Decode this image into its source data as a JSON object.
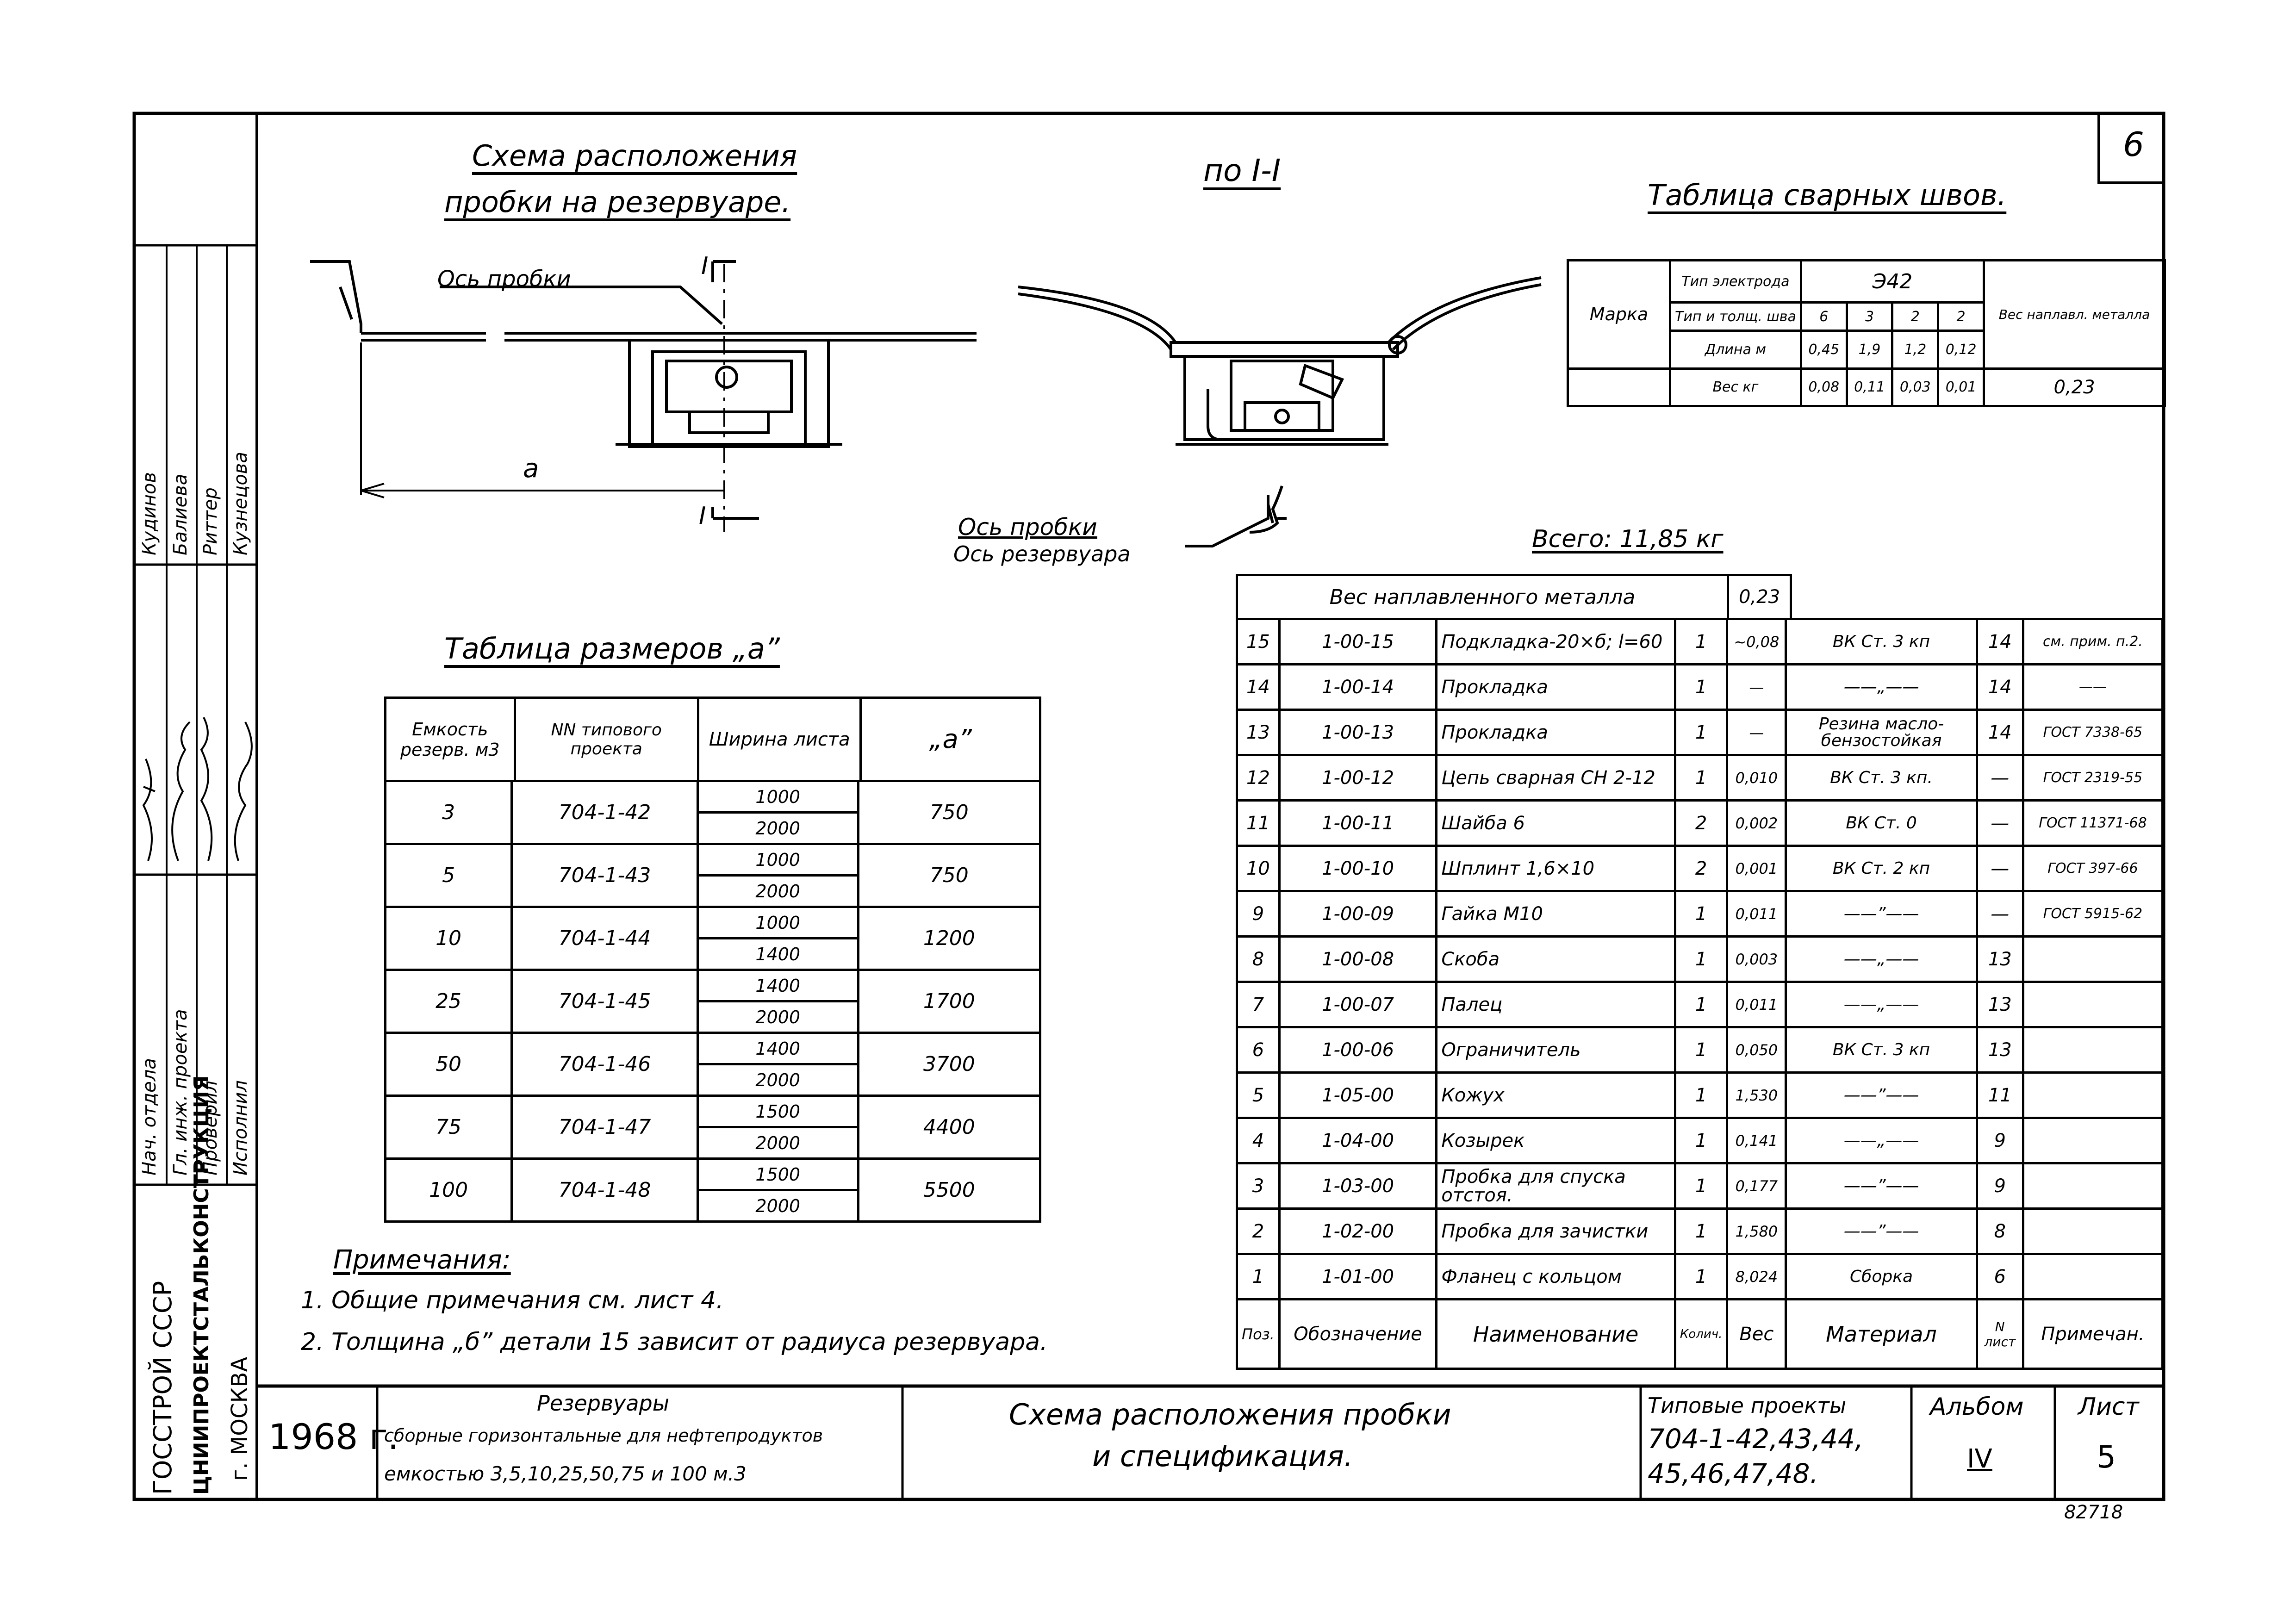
{
  "sheet_number_corner": "6",
  "stamp_number": "82718",
  "scheme": {
    "title_line1": "Схема расположения",
    "title_line2": "пробки на резервуаре.",
    "axis_label": "Ось пробки",
    "section_mark": "I",
    "dimension": "а"
  },
  "section": {
    "title": "по I-I",
    "axis_line1": "Ось пробки",
    "axis_line2": "Ось резервуара"
  },
  "weld_table": {
    "title": "Таблица сварных швов.",
    "col_mark": "Марка",
    "col_electrode": "Тип электрода",
    "electrode": "Э42",
    "row_type": "Тип и толщ. шва",
    "row_length": "Длина м",
    "row_weight": "Вес кг",
    "types": [
      "6",
      "3",
      "2",
      "2"
    ],
    "lengths": [
      "0,45",
      "1,9",
      "1,2",
      "0,12"
    ],
    "weights": [
      "0,08",
      "0,11",
      "0,03",
      "0,01"
    ],
    "col_weight": "Вес наплавл. металла",
    "weight_value": "0,23"
  },
  "size_table": {
    "title": "Таблица размеров „а”",
    "headers": [
      "Емкость резерв. м3",
      "NN типового проекта",
      "Ширина листа",
      "„а”"
    ],
    "rows": [
      {
        "cap": "3",
        "proj": "704-1-42",
        "w1": "1000",
        "w2": "2000",
        "a": "750"
      },
      {
        "cap": "5",
        "proj": "704-1-43",
        "w1": "1000",
        "w2": "2000",
        "a": "750"
      },
      {
        "cap": "10",
        "proj": "704-1-44",
        "w1": "1000",
        "w2": "1400",
        "a": "1200"
      },
      {
        "cap": "25",
        "proj": "704-1-45",
        "w1": "1400",
        "w2": "2000",
        "a": "1700"
      },
      {
        "cap": "50",
        "proj": "704-1-46",
        "w1": "1400",
        "w2": "2000",
        "a": "3700"
      },
      {
        "cap": "75",
        "proj": "704-1-47",
        "w1": "1500",
        "w2": "2000",
        "a": "4400"
      },
      {
        "cap": "100",
        "proj": "704-1-48",
        "w1": "1500",
        "w2": "2000",
        "a": "5500"
      }
    ]
  },
  "notes": {
    "title": "Примечания:",
    "n1": "1. Общие примечания см. лист 4.",
    "n2": "2. Толщина „б” детали 15 зависит от радиуса резервуара."
  },
  "spec": {
    "total": "Всего: 11,85 кг",
    "deposited_label": "Вес наплавленного металла",
    "deposited_value": "0,23",
    "rows": [
      {
        "pos": "15",
        "code": "1-00-15",
        "name": "Подкладка-20×б; l=60",
        "qty": "1",
        "weight": "~0,08",
        "material": "ВК Ст. 3 кп",
        "list": "14",
        "note": "см. прим. п.2."
      },
      {
        "pos": "14",
        "code": "1-00-14",
        "name": "Прокладка",
        "qty": "1",
        "weight": "—",
        "material": "——„——",
        "list": "14",
        "note": "——"
      },
      {
        "pos": "13",
        "code": "1-00-13",
        "name": "Прокладка",
        "qty": "1",
        "weight": "—",
        "material": "Резина масло-бензостойкая",
        "list": "14",
        "note": "ГОСТ 7338-65"
      },
      {
        "pos": "12",
        "code": "1-00-12",
        "name": "Цепь сварная СН 2-12",
        "qty": "1",
        "weight": "0,010",
        "material": "ВК Ст. 3 кп.",
        "list": "—",
        "note": "ГОСТ 2319-55"
      },
      {
        "pos": "11",
        "code": "1-00-11",
        "name": "Шайба 6",
        "qty": "2",
        "weight": "0,002",
        "material": "ВК Ст. 0",
        "list": "—",
        "note": "ГОСТ 11371-68"
      },
      {
        "pos": "10",
        "code": "1-00-10",
        "name": "Шплинт 1,6×10",
        "qty": "2",
        "weight": "0,001",
        "material": "ВК Ст. 2 кп",
        "list": "—",
        "note": "ГОСТ 397-66"
      },
      {
        "pos": "9",
        "code": "1-00-09",
        "name": "Гайка М10",
        "qty": "1",
        "weight": "0,011",
        "material": "——”——",
        "list": "—",
        "note": "ГОСТ 5915-62"
      },
      {
        "pos": "8",
        "code": "1-00-08",
        "name": "Скоба",
        "qty": "1",
        "weight": "0,003",
        "material": "——„——",
        "list": "13",
        "note": ""
      },
      {
        "pos": "7",
        "code": "1-00-07",
        "name": "Палец",
        "qty": "1",
        "weight": "0,011",
        "material": "——„——",
        "list": "13",
        "note": ""
      },
      {
        "pos": "6",
        "code": "1-00-06",
        "name": "Ограничитель",
        "qty": "1",
        "weight": "0,050",
        "material": "ВК Ст. 3 кп",
        "list": "13",
        "note": ""
      },
      {
        "pos": "5",
        "code": "1-05-00",
        "name": "Кожух",
        "qty": "1",
        "weight": "1,530",
        "material": "——”——",
        "list": "11",
        "note": ""
      },
      {
        "pos": "4",
        "code": "1-04-00",
        "name": "Козырек",
        "qty": "1",
        "weight": "0,141",
        "material": "——„——",
        "list": "9",
        "note": ""
      },
      {
        "pos": "3",
        "code": "1-03-00",
        "name": "Пробка для спуска отстоя.",
        "qty": "1",
        "weight": "0,177",
        "material": "——”——",
        "list": "9",
        "note": ""
      },
      {
        "pos": "2",
        "code": "1-02-00",
        "name": "Пробка для зачистки",
        "qty": "1",
        "weight": "1,580",
        "material": "——”——",
        "list": "8",
        "note": ""
      },
      {
        "pos": "1",
        "code": "1-01-00",
        "name": "Фланец с кольцом",
        "qty": "1",
        "weight": "8,024",
        "material": "Сборка",
        "list": "6",
        "note": ""
      }
    ],
    "headers": {
      "pos": "Поз.",
      "code": "Обозначение",
      "name": "Наименование",
      "qty": "Колич.",
      "weight": "Вес",
      "material": "Материал",
      "list": "N лист",
      "note": "Примечан."
    }
  },
  "title_block": {
    "year": "1968 г.",
    "name_line1": "Резервуары",
    "name_line2": "сборные горизонтальные для нефтепродуктов",
    "name_line3": "емкостью 3,5,10,25,50,75 и 100 м.3",
    "sheet_title_line1": "Схема расположения пробки",
    "sheet_title_line2": "и спецификация.",
    "projects_label": "Типовые проекты",
    "projects_line1": "704-1-42,43,44,",
    "projects_line2": "45,46,47,48.",
    "album_label": "Альбом",
    "album_value": "IV",
    "sheet_label": "Лист",
    "sheet_value": "5"
  },
  "side_stamp": {
    "org1": "ГОССТРОЙ СССР",
    "org2": "ЦНИИПРОЕКТСТАЛЬКОНСТРУКЦИЯ",
    "org3": "г. МОСКВА",
    "roles": [
      "Нач. отдела",
      "Гл. инж. проекта",
      "Проверил",
      "Исполнил"
    ],
    "names": [
      "Кудинов",
      "Балиева",
      "Риттер",
      "Кузнецова"
    ]
  }
}
